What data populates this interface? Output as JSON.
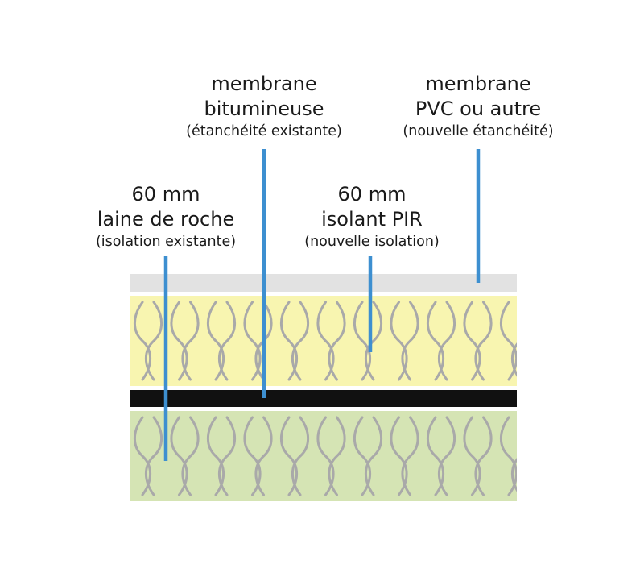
{
  "labels": {
    "bitumen_membrane": {
      "line1": "membrane",
      "line2": "bitumineuse",
      "note": "(étanchéité existante)"
    },
    "pvc_membrane": {
      "line1": "membrane",
      "line2": "PVC ou autre",
      "note": "(nouvelle étanchéité)"
    },
    "rock_wool": {
      "line1": "60 mm",
      "line2": "laine de roche",
      "note": "(isolation existante)"
    },
    "pir_insulant": {
      "line1": "60 mm",
      "line2": "isolant PIR",
      "note": "(nouvelle isolation)"
    }
  },
  "colors": {
    "pvc_layer": "#e2e2e2",
    "pir_layer": "#f8f5b0",
    "bitumen_layer": "#111111",
    "rock_wool_layer": "#d5e4b4",
    "wave_stroke": "#a9a9a9",
    "leader_line": "#3d8fd0"
  }
}
